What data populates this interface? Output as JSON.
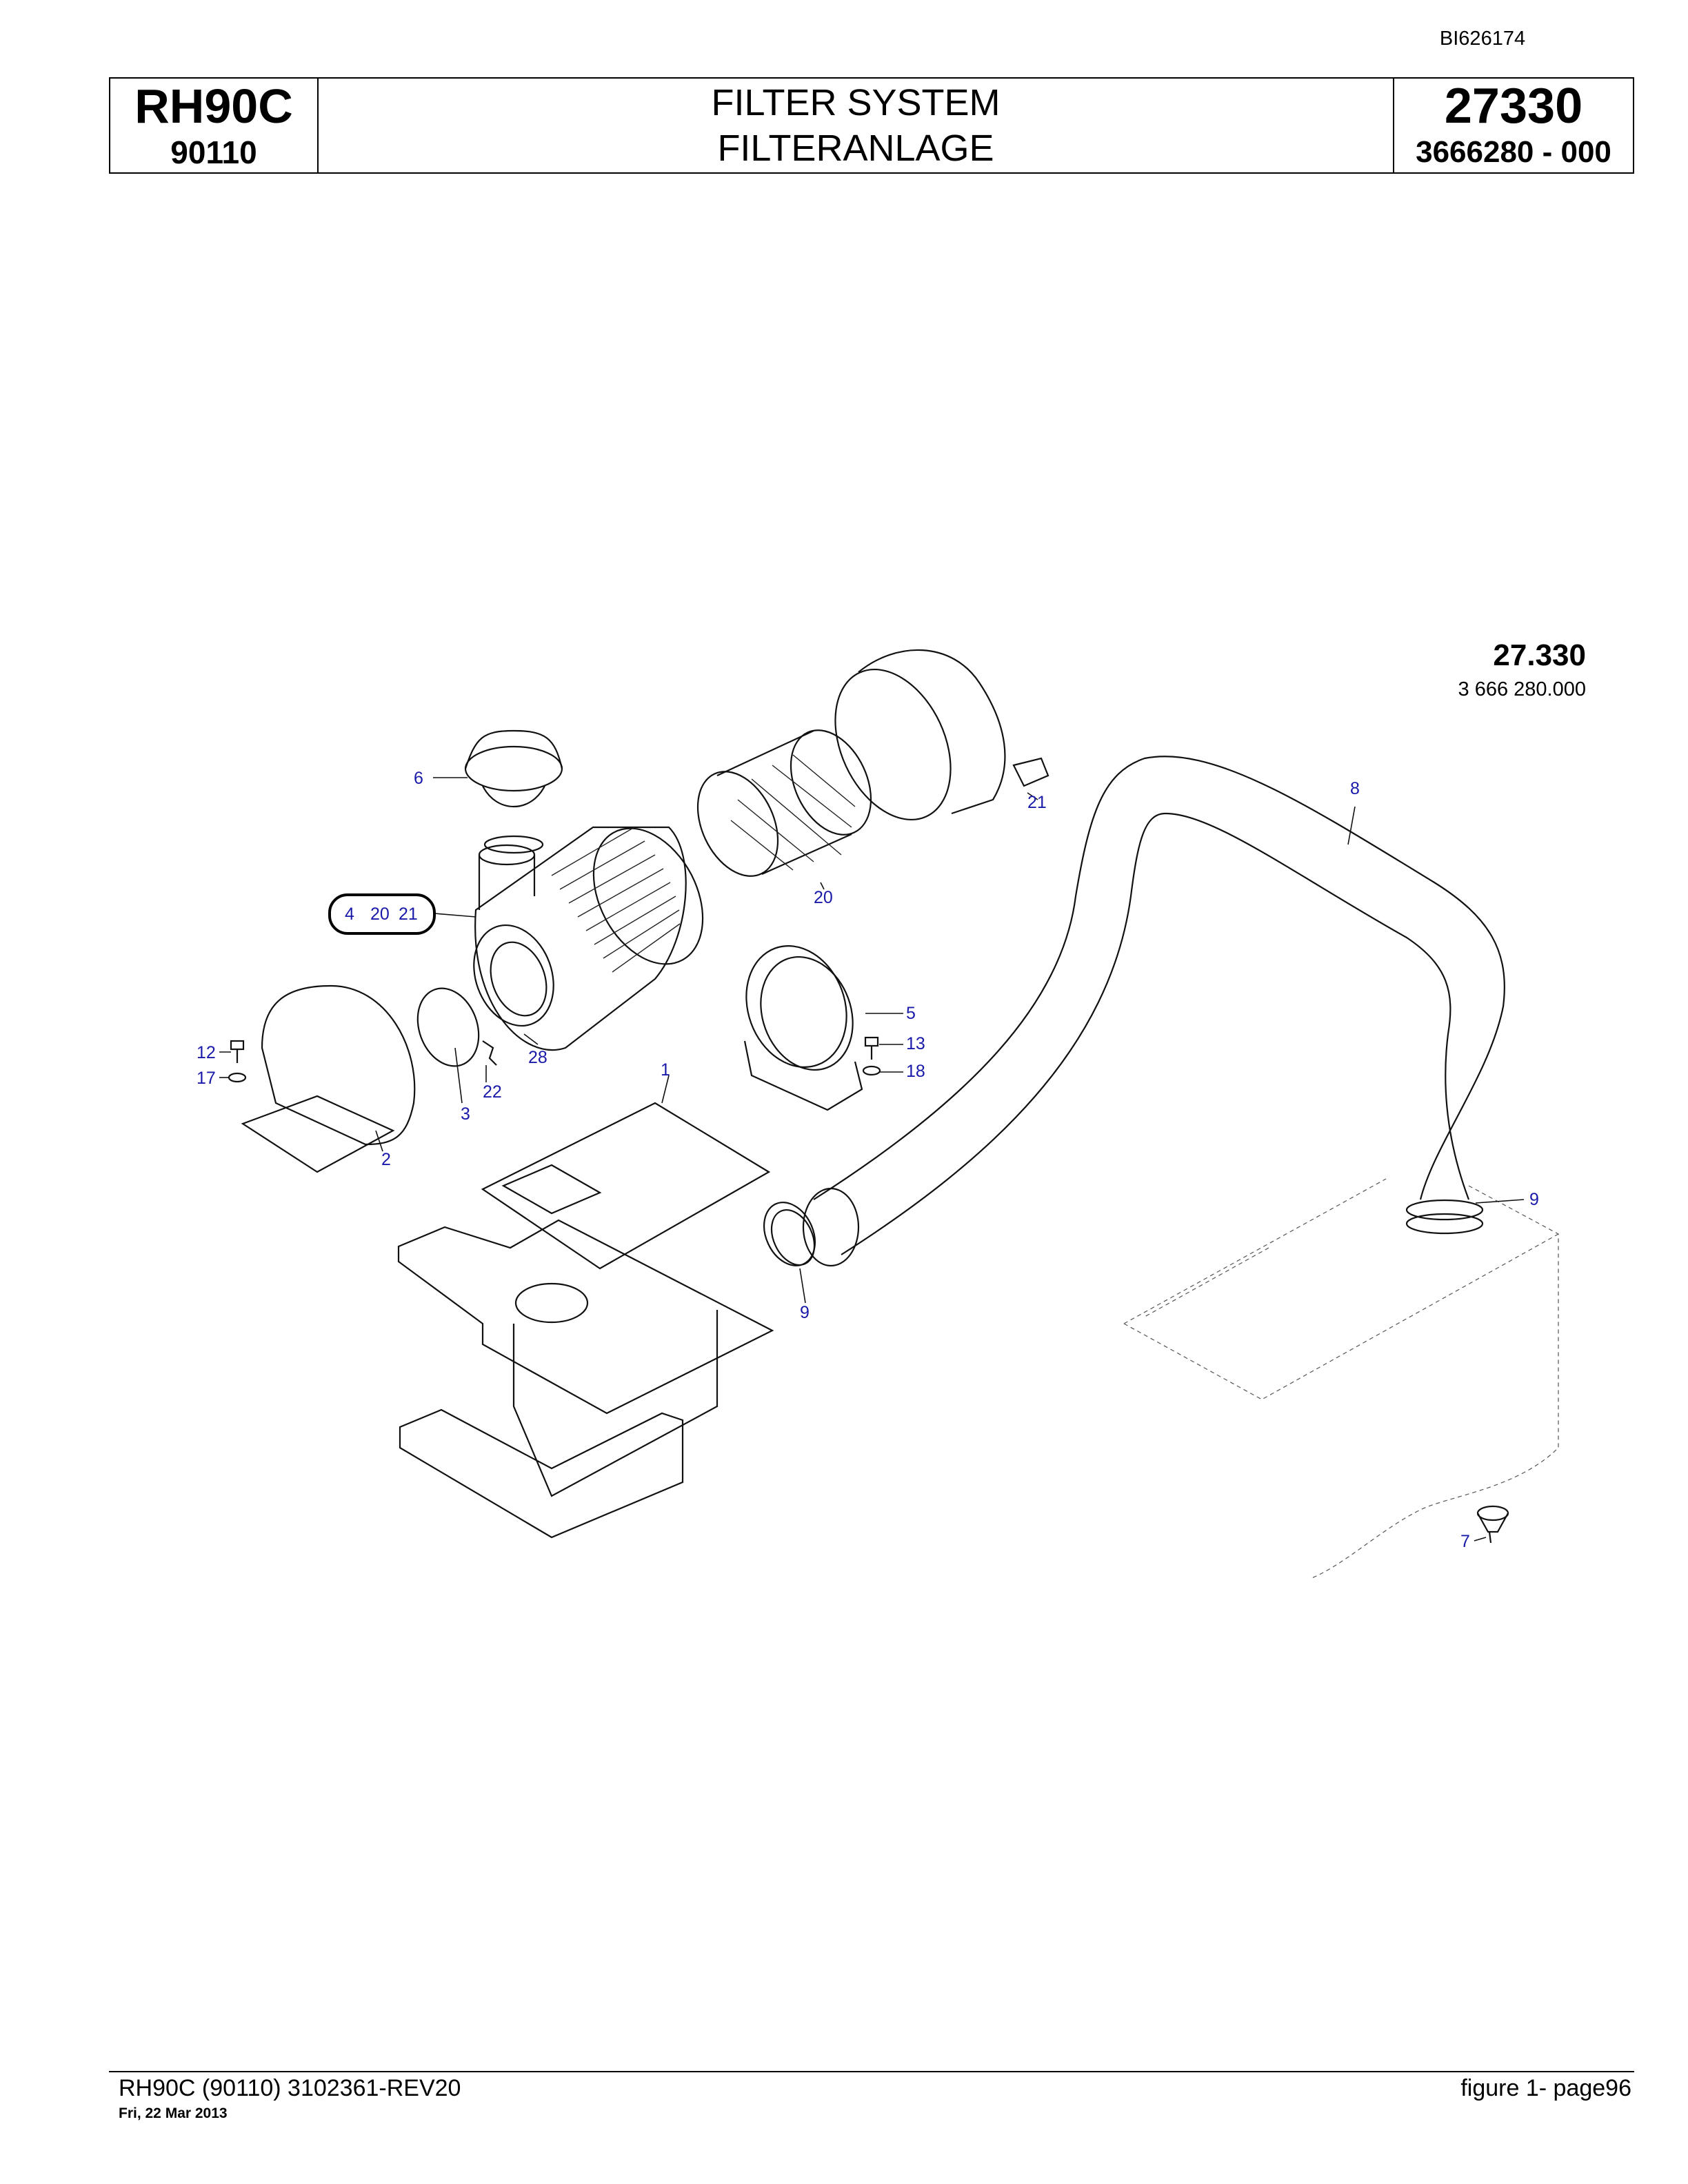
{
  "document_id": "BI626174",
  "header": {
    "model": "RH90C",
    "serial": "90110",
    "title_en": "FILTER SYSTEM",
    "title_de": "FILTERANLAGE",
    "page_number": "27330",
    "part_number": "3666280  - 000"
  },
  "figure": {
    "number": "27.330",
    "part": "3 666 280.000",
    "callouts": {
      "c1": "1",
      "c2": "2",
      "c3": "3",
      "c4": "4",
      "c5": "5",
      "c6": "6",
      "c7": "7",
      "c8": "8",
      "c9a": "9",
      "c9b": "9",
      "c12": "12",
      "c13": "13",
      "c17": "17",
      "c18": "18",
      "c20a": "20",
      "c20b": "20",
      "c21a": "21",
      "c21b": "21",
      "c22": "22",
      "c28": "28"
    }
  },
  "footer": {
    "left": "RH90C (90110) 3102361-REV20",
    "date": "Fri, 22 Mar 2013",
    "right": "figure  1- page96"
  }
}
